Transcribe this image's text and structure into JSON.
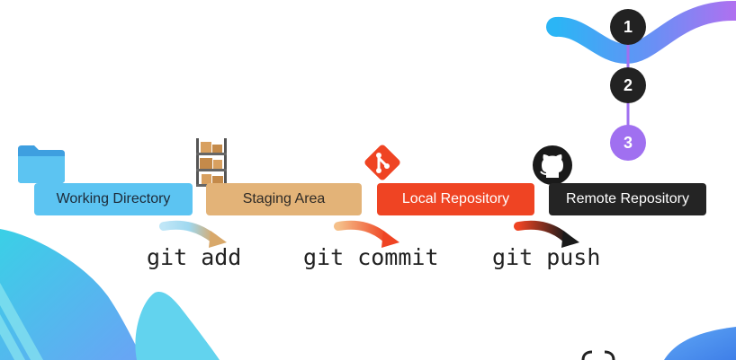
{
  "workflow": {
    "stages": [
      {
        "label": "Working Directory",
        "color": "#5cc4f2"
      },
      {
        "label": "Staging Area",
        "color": "#e3b378"
      },
      {
        "label": "Local Repository",
        "color": "#ef4423"
      },
      {
        "label": "Remote Repository",
        "color": "#242424"
      }
    ],
    "commands": [
      {
        "label": "git add"
      },
      {
        "label": "git commit"
      },
      {
        "label": "git push"
      }
    ]
  },
  "steps": [
    "1",
    "2",
    "3"
  ],
  "icons": {
    "working_directory": "folder-icon",
    "staging_area": "shelves-icon",
    "local_repository": "git-logo-icon",
    "remote_repository": "github-logo-icon"
  },
  "colors": {
    "step_dark": "#222222",
    "step_active": "#a070f0",
    "wave_start": "#2bb5f5",
    "wave_end": "#b070f0"
  }
}
